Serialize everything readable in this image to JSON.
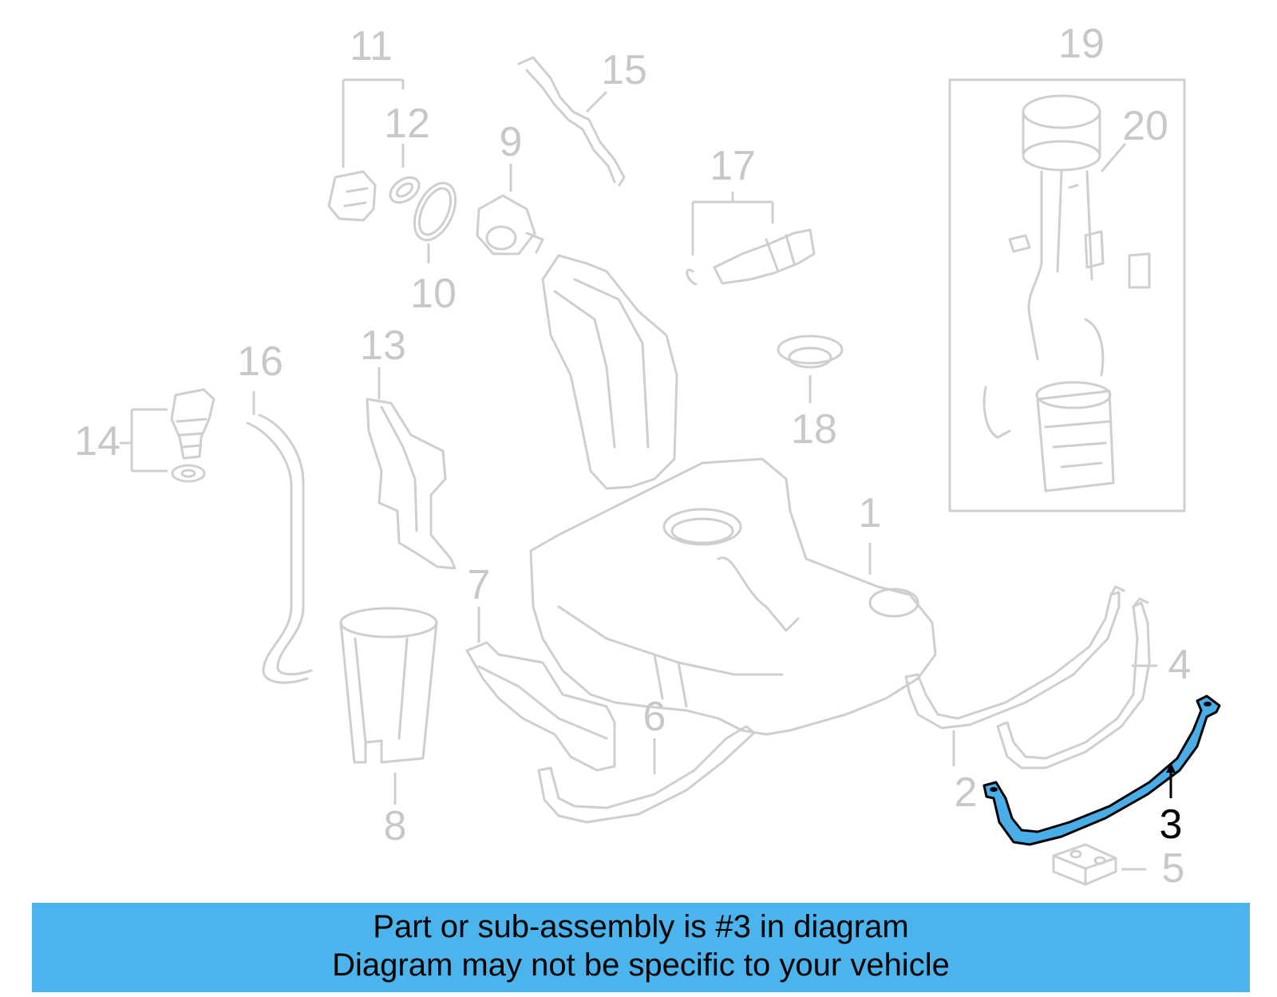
{
  "callouts": [
    {
      "id": "1",
      "text": "1"
    },
    {
      "id": "2",
      "text": "2"
    },
    {
      "id": "3",
      "text": "3",
      "highlighted": true
    },
    {
      "id": "4",
      "text": "4"
    },
    {
      "id": "5",
      "text": "5"
    },
    {
      "id": "6",
      "text": "6"
    },
    {
      "id": "7",
      "text": "7"
    },
    {
      "id": "8",
      "text": "8"
    },
    {
      "id": "9",
      "text": "9"
    },
    {
      "id": "10",
      "text": "10"
    },
    {
      "id": "11",
      "text": "11"
    },
    {
      "id": "12",
      "text": "12"
    },
    {
      "id": "13",
      "text": "13"
    },
    {
      "id": "14",
      "text": "14"
    },
    {
      "id": "15",
      "text": "15"
    },
    {
      "id": "16",
      "text": "16"
    },
    {
      "id": "17",
      "text": "17"
    },
    {
      "id": "18",
      "text": "18"
    },
    {
      "id": "19",
      "text": "19"
    },
    {
      "id": "20",
      "text": "20"
    }
  ],
  "banner": {
    "line1": "Part or sub-assembly is #3 in diagram",
    "line2": "Diagram may not be specific to your vehicle"
  },
  "colors": {
    "banner_bg": "#4cb4ec",
    "highlight_part": "#49aee8",
    "part_lines": "#cfcfcf",
    "label_gray": "#c8c8c8"
  }
}
